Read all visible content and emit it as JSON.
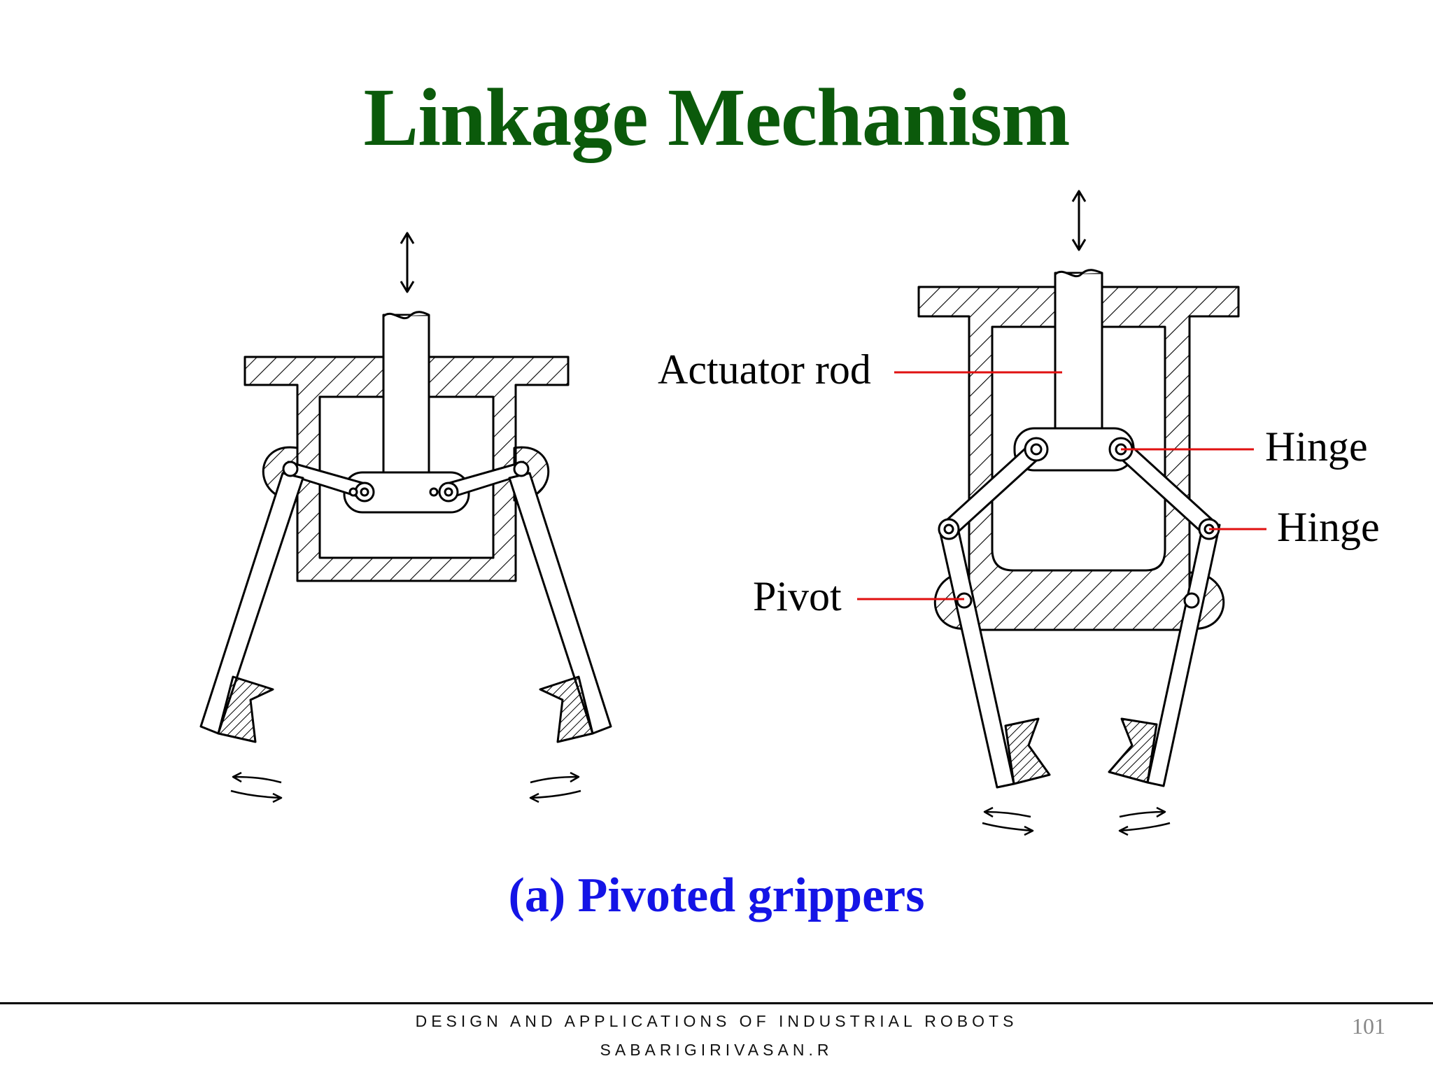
{
  "slide": {
    "title": "Linkage Mechanism",
    "caption": "(a) Pivoted grippers",
    "page_number": "101"
  },
  "labels": {
    "actuator_rod": "Actuator rod",
    "hinge_upper": "Hinge",
    "hinge_lower": "Hinge",
    "pivot": "Pivot"
  },
  "footer": {
    "course": "DESIGN AND APPLICATIONS OF INDUSTRIAL ROBOTS",
    "author": "SABARIGIRIVASAN.R"
  },
  "colors": {
    "title": "#0b5a0b",
    "caption": "#1414e6",
    "leader_line": "#e01010",
    "drawing": "#000000"
  }
}
